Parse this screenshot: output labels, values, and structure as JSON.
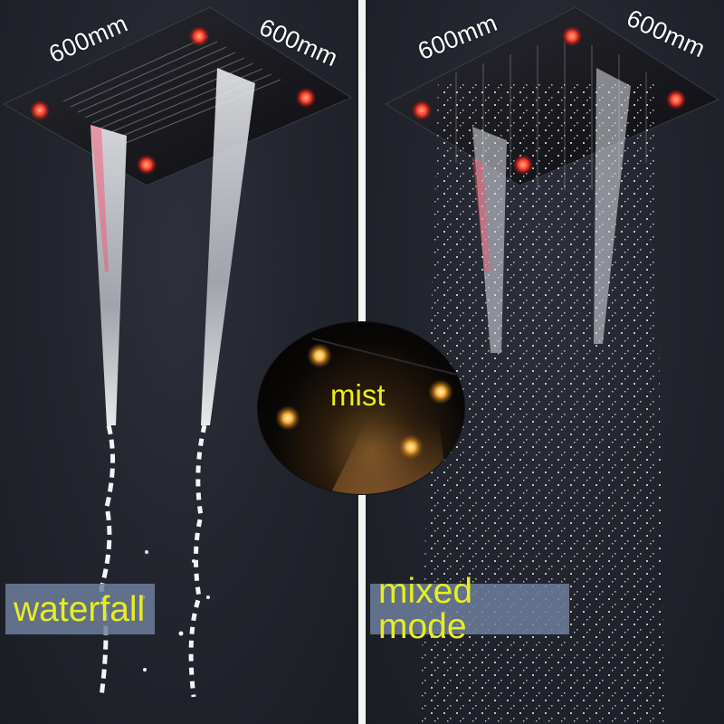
{
  "image": {
    "description": "Product comparison photo of a square LED ceiling rain shower head in two modes plus an inset showing mist mode",
    "background_color": "#22242d",
    "divider_color": "#f4f4f4",
    "label_text_color": "#e6ee1f",
    "label_box_color": "#6e7e9c",
    "led_color": "#ff3a2a",
    "mist_led_color": "#ffb640"
  },
  "left_panel": {
    "dimension_left": "600mm",
    "dimension_right": "600mm",
    "mode_label": "waterfall"
  },
  "right_panel": {
    "dimension_left": "600mm",
    "dimension_right": "600mm",
    "mode_label": "mixed mode"
  },
  "inset": {
    "mode_label": "mist"
  }
}
